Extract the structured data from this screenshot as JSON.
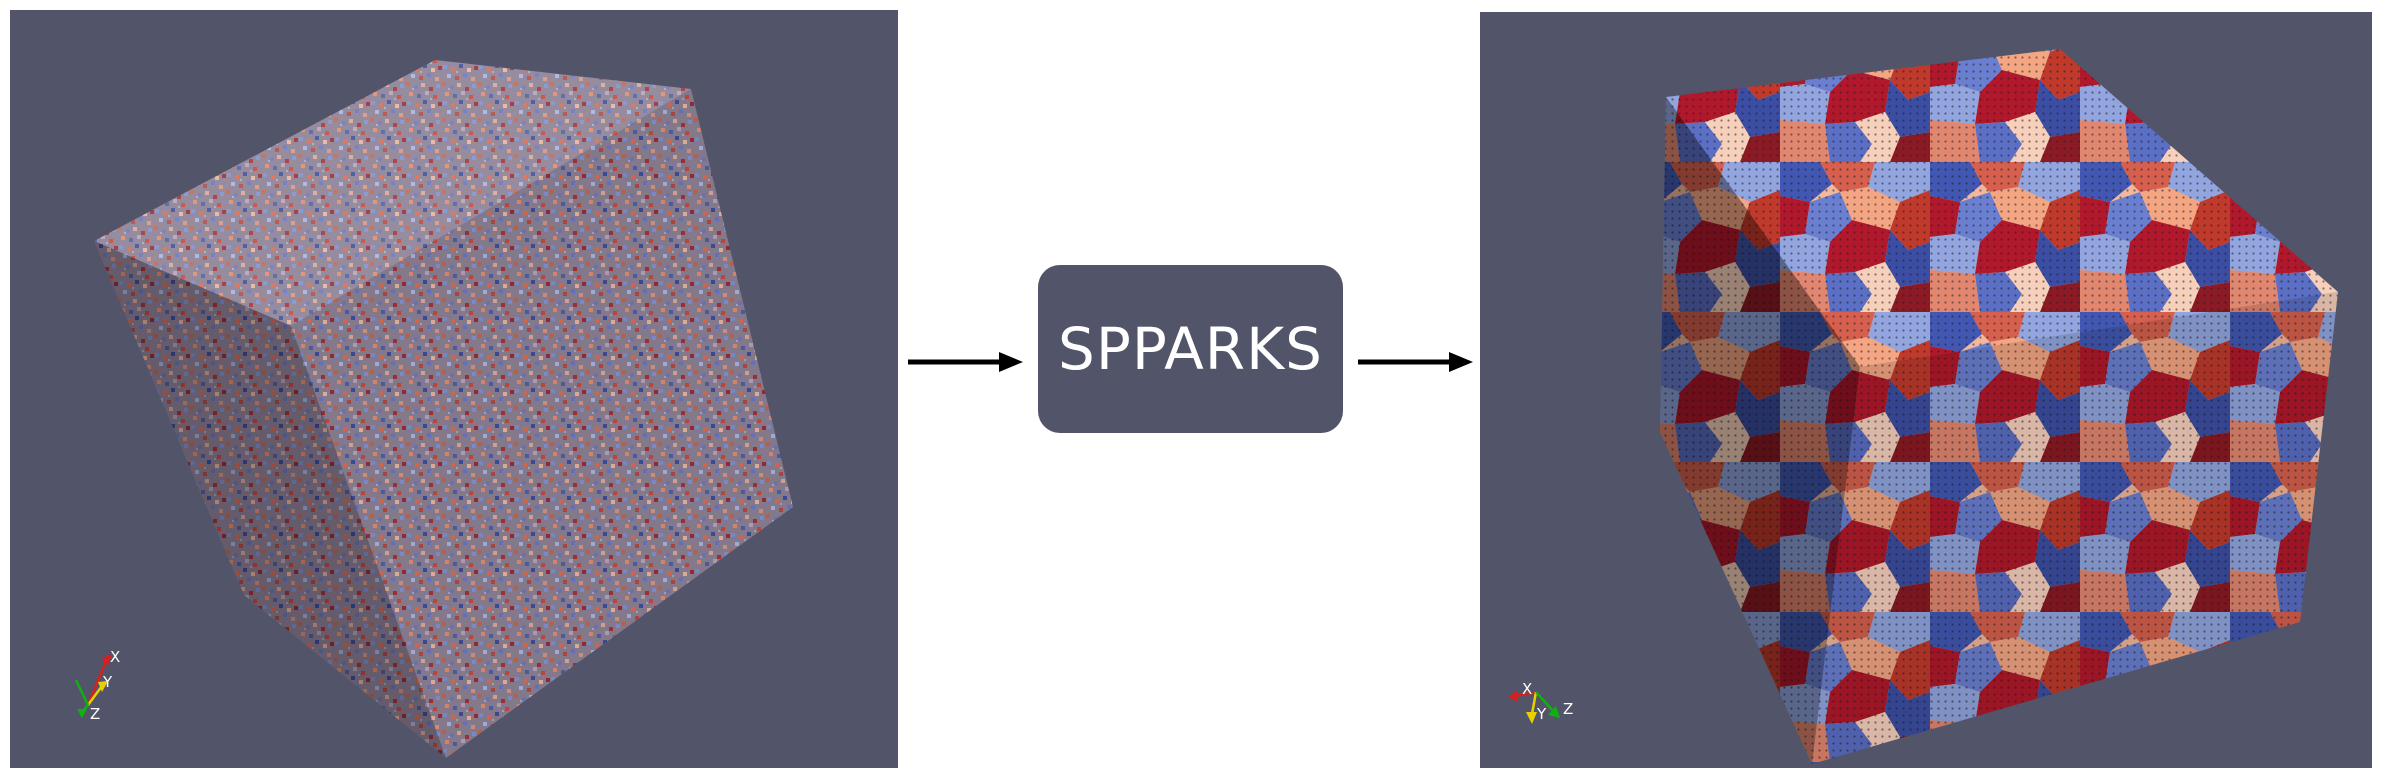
{
  "process": {
    "label": "SPPARKS"
  },
  "left_axes": {
    "x": "X",
    "y": "Y",
    "z": "Z"
  },
  "right_axes": {
    "x": "X",
    "y": "Y",
    "z": "Z"
  },
  "colors": {
    "viewport_bg": "#525469",
    "box_bg": "#525469",
    "arrow": "#000000",
    "axis_x": "#d62020",
    "axis_y": "#e8d000",
    "axis_z": "#10b010",
    "grain_palette": [
      "#b2182b",
      "#d6604d",
      "#f4a582",
      "#f7c4a6",
      "#92a5de",
      "#6a7fd0",
      "#4053b0",
      "#2c3a8c"
    ]
  }
}
